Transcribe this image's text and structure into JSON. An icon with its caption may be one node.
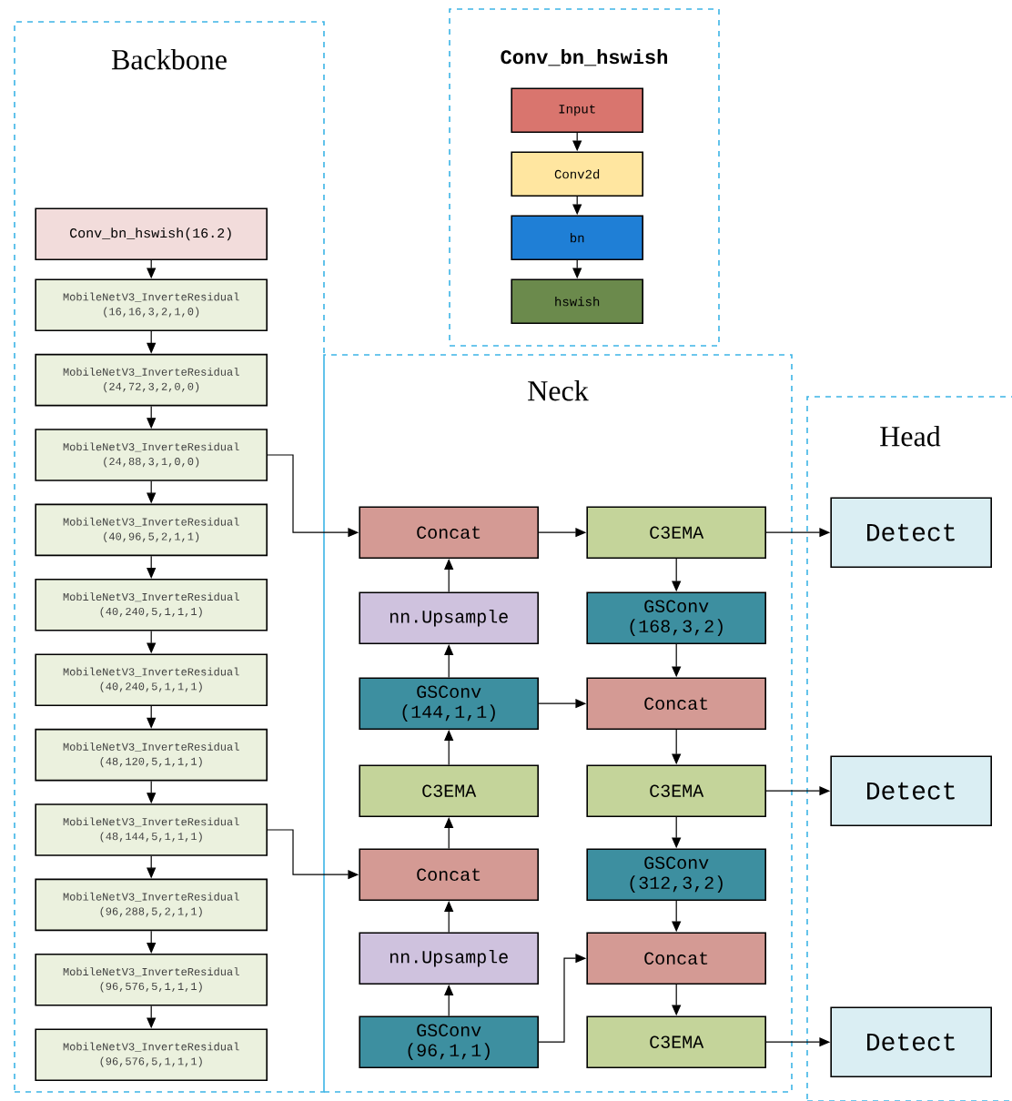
{
  "diagram": {
    "nodes": [
      {
        "text": [
          "Backbone"
        ]
      },
      {
        "text": [
          "Conv_bn_hswish(16.2)"
        ],
        "in": 0
      },
      {
        "text": [
          "MobileNetV3_InverteResidual (16,16,3,2,1,0)"
        ],
        "in": 0
      },
      {
        "text": [
          "MobileNetV3_InverteResidual (24,72,3,2,0,0)"
        ],
        "in": 0
      },
      {
        "text": [
          "MobileNetV3_InverteResidual (24,88,3,1,0,0)"
        ],
        "in": 0
      },
      {
        "text": [
          "MobileNetV3_InverteResidual (40,96,5,2,1,1)"
        ],
        "in": 0
      },
      {
        "text": [
          "MobileNetV3_InverteResidual (40,240,5,1,1,1)"
        ],
        "in": 0
      },
      {
        "text": [
          "MobileNetV3_InverteResidual (40,240,5,1,1,1)"
        ],
        "in": 0
      },
      {
        "text": [
          "MobileNetV3_InverteResidual (48,120,5,1,1,1)"
        ],
        "in": 0
      },
      {
        "text": [
          "MobileNetV3_InverteResidual (48,144,5,1,1,1)"
        ],
        "in": 0
      },
      {
        "text": [
          "MobileNetV3_InverteResidual (96,288,5,2,1,1)"
        ],
        "in": 0
      },
      {
        "text": [
          "MobileNetV3_InverteResidual (96,576,5,1,1,1)"
        ],
        "in": 0
      },
      {
        "text": [
          "MobileNetV3_InverteResidual (96,576,5,1,1,1)"
        ],
        "in": 0
      },
      {
        "text": [
          "Conv_bn_hswish"
        ]
      },
      {
        "text": [
          "Input"
        ],
        "in": 13
      },
      {
        "text": [
          "Conv2d"
        ],
        "in": 13
      },
      {
        "text": [
          "bn"
        ],
        "in": 13
      },
      {
        "text": [
          "hswish"
        ],
        "in": 13
      },
      {
        "text": [
          "Neck"
        ]
      },
      {
        "text": [
          "Concat"
        ],
        "in": 18
      },
      {
        "text": [
          "C3EMA"
        ],
        "in": 18
      },
      {
        "text": [
          "nn.Upsample"
        ],
        "in": 18
      },
      {
        "text": [
          "GSConv (168,3,2)"
        ],
        "in": 18
      },
      {
        "text": [
          "GSConv (144,1,1)"
        ],
        "in": 18
      },
      {
        "text": [
          "Concat"
        ],
        "in": 18
      },
      {
        "text": [
          "C3EMA"
        ],
        "in": 18
      },
      {
        "text": [
          "C3EMA"
        ],
        "in": 18
      },
      {
        "text": [
          "Concat"
        ],
        "in": 18
      },
      {
        "text": [
          "GSConv (312,3,2)"
        ],
        "in": 18
      },
      {
        "text": [
          "nn.Upsample"
        ],
        "in": 18
      },
      {
        "text": [
          "Concat"
        ],
        "in": 18
      },
      {
        "text": [
          "GSConv (96,1,1)"
        ],
        "in": 18
      },
      {
        "text": [
          "C3EMA"
        ],
        "in": 18
      },
      {
        "text": [
          "Head"
        ]
      },
      {
        "text": [
          "Detect"
        ],
        "in": 33
      },
      {
        "text": [
          "Detect"
        ],
        "in": 33
      },
      {
        "text": [
          "Detect"
        ],
        "in": 33
      }
    ],
    "edges": [
      {
        "from": 1,
        "to": 2,
        "arrow": "to"
      },
      {
        "from": 2,
        "to": 3,
        "arrow": "to"
      },
      {
        "from": 3,
        "to": 4,
        "arrow": "to"
      },
      {
        "from": 4,
        "to": 5,
        "arrow": "to"
      },
      {
        "from": 5,
        "to": 6,
        "arrow": "to"
      },
      {
        "from": 6,
        "to": 7,
        "arrow": "to"
      },
      {
        "from": 7,
        "to": 8,
        "arrow": "to"
      },
      {
        "from": 8,
        "to": 9,
        "arrow": "to"
      },
      {
        "from": 9,
        "to": 10,
        "arrow": "to"
      },
      {
        "from": 10,
        "to": 11,
        "arrow": "to"
      },
      {
        "from": 11,
        "to": 12,
        "arrow": "to"
      },
      {
        "from": 14,
        "to": 15,
        "arrow": "to"
      },
      {
        "from": 15,
        "to": 16,
        "arrow": "to"
      },
      {
        "from": 16,
        "to": 17,
        "arrow": "to"
      },
      {
        "from": 4,
        "to": 19,
        "arrow": "to"
      },
      {
        "from": 9,
        "to": 27,
        "arrow": "to"
      },
      {
        "from": 31,
        "to": 29,
        "arrow": "to"
      },
      {
        "from": 29,
        "to": 27,
        "arrow": "to"
      },
      {
        "from": 27,
        "to": 25,
        "arrow": "to"
      },
      {
        "from": 25,
        "to": 23,
        "arrow": "to"
      },
      {
        "from": 23,
        "to": 21,
        "arrow": "to"
      },
      {
        "from": 21,
        "to": 19,
        "arrow": "to"
      },
      {
        "from": 19,
        "to": 20,
        "arrow": "to"
      },
      {
        "from": 20,
        "to": 22,
        "arrow": "to"
      },
      {
        "from": 22,
        "to": 24,
        "arrow": "to"
      },
      {
        "from": 23,
        "to": 24,
        "arrow": "to"
      },
      {
        "from": 24,
        "to": 26,
        "arrow": "to"
      },
      {
        "from": 26,
        "to": 28,
        "arrow": "to"
      },
      {
        "from": 28,
        "to": 30,
        "arrow": "to"
      },
      {
        "from": 31,
        "to": 30,
        "arrow": "to"
      },
      {
        "from": 30,
        "to": 32,
        "arrow": "to"
      },
      {
        "from": 20,
        "to": 34,
        "arrow": "to"
      },
      {
        "from": 26,
        "to": 35,
        "arrow": "to"
      },
      {
        "from": 32,
        "to": 36,
        "arrow": "to"
      }
    ]
  }
}
